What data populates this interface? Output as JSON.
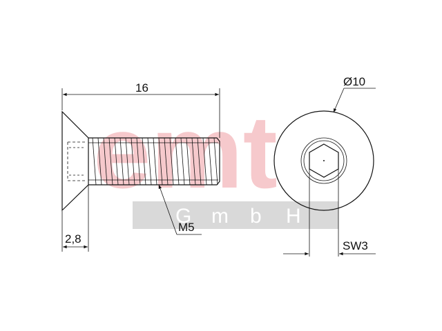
{
  "watermark": {
    "logo_text": "emt",
    "company_letters": [
      "G",
      "m",
      "b",
      "H"
    ],
    "logo_color": "#f6c9cc",
    "band_color": "#d9d9d9"
  },
  "dimensions": {
    "length": "16",
    "head_height": "2,8",
    "thread": "M5",
    "head_diameter": "Ø10",
    "socket_size": "SW3"
  },
  "colors": {
    "line": "#111111",
    "background": "#ffffff"
  }
}
